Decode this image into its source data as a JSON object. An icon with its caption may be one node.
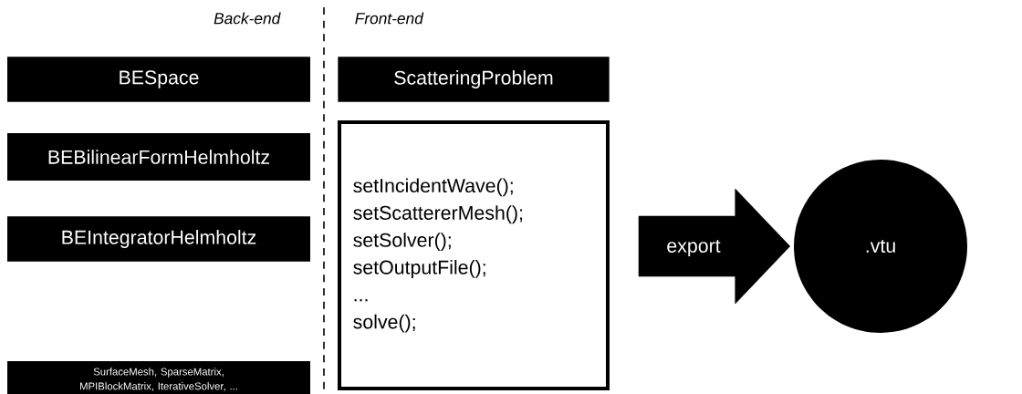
{
  "diagram": {
    "nodes": [
      {
        "text": [
          "BESpace"
        ]
      },
      {
        "text": [
          "BEBilinearFormHelmholtz"
        ]
      },
      {
        "text": [
          "BEIntegratorHelmholtz"
        ]
      },
      {
        "text": [
          "SurfaceMesh, SparseMatrix, MPIBlockMatrix, IterativeSolver, ..."
        ]
      },
      {
        "text": [
          "ScatteringProblem"
        ]
      },
      {
        "text": [
          "setIncidentWave();",
          "setScattererMesh();",
          "setSolver();",
          "setOutputFile();",
          "...",
          "solve();"
        ]
      },
      {
        "text": [
          ".vtu"
        ]
      }
    ],
    "edges": [
      {
        "from": 5,
        "to": 6,
        "arrow": "to",
        "label": "export",
        "style": "thick"
      }
    ],
    "labels": [
      "Back-end",
      "Front-end"
    ]
  }
}
